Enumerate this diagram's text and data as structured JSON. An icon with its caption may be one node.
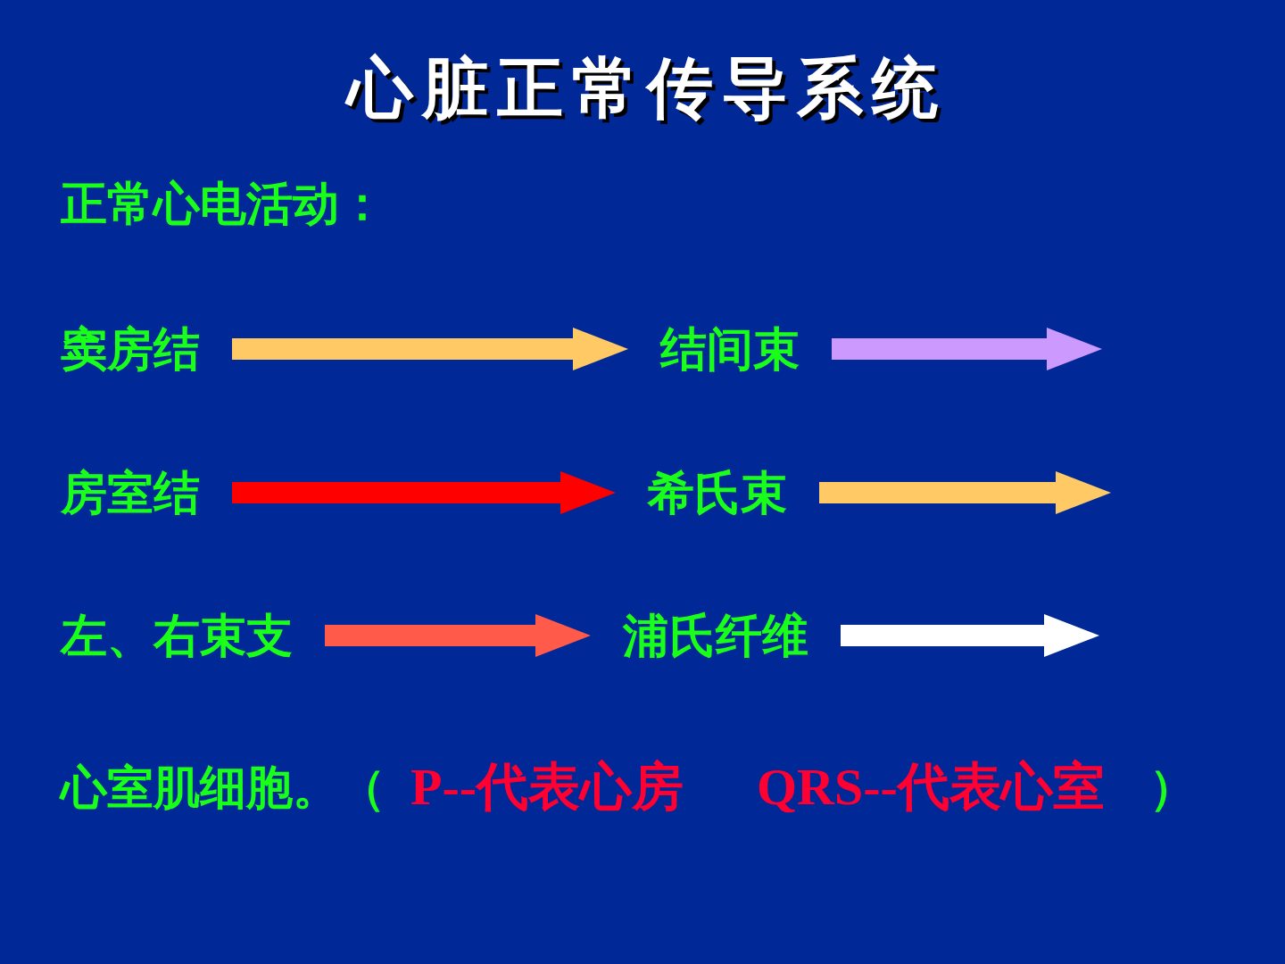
{
  "diagram": {
    "title": "心脏正常传导系统",
    "nodes": [
      {
        "text": [
          "窦房结"
        ]
      },
      {
        "text": [
          "结间束"
        ]
      },
      {
        "text": [
          "房室结"
        ]
      },
      {
        "text": [
          "希氏束"
        ]
      },
      {
        "text": [
          "左、右束支"
        ]
      },
      {
        "text": [
          "浦氏纤维"
        ]
      }
    ],
    "edges": [
      {
        "from": 0,
        "to": 1,
        "arrow": "to",
        "color": "#ffc966"
      },
      {
        "from": 1,
        "to": null,
        "arrow": "to",
        "color": "#cc99ff"
      },
      {
        "from": 2,
        "to": 3,
        "arrow": "to",
        "color": "#ff0000"
      },
      {
        "from": 3,
        "to": null,
        "arrow": "to",
        "color": "#ffc966"
      },
      {
        "from": 4,
        "to": 5,
        "arrow": "to",
        "color": "#ff5a4a"
      },
      {
        "from": 5,
        "to": null,
        "arrow": "to",
        "color": "#ffffff"
      }
    ],
    "labels": [
      "正常心电活动：",
      "心室肌细胞。（",
      "P--代表心房",
      "QRS--代表心室",
      "）"
    ]
  }
}
